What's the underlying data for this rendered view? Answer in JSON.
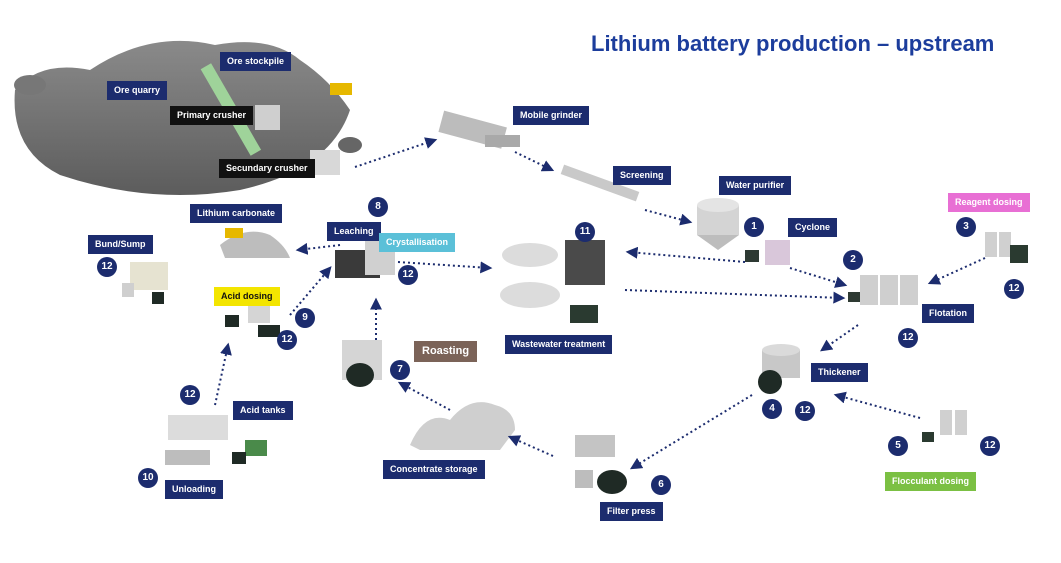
{
  "title": "Lithium battery production – upstream",
  "labels": {
    "ore_quarry": "Ore quarry",
    "ore_stockpile": "Ore stockpile",
    "primary_crusher": "Primary crusher",
    "secondary_crusher": "Secundary crusher",
    "mobile_grinder": "Mobile grinder",
    "screening": "Screening",
    "water_purifier": "Water purifier",
    "cyclone": "Cyclone",
    "reagent_dosing": "Reagent dosing",
    "flotation": "Flotation",
    "thickener": "Thickener",
    "flocculant_dosing": "Flocculant dosing",
    "filter_press": "Filter press",
    "concentrate_storage": "Concentrate storage",
    "roasting": "Roasting",
    "wastewater_treatment": "Wastewater treatment",
    "leaching": "Leaching",
    "crystallisation": "Crystallisation",
    "lithium_carbonate": "Lithium carbonate",
    "bund_sump": "Bund/Sump",
    "acid_dosing": "Acid dosing",
    "acid_tanks": "Acid tanks",
    "unloading": "Unloading"
  },
  "numbers": {
    "n1": "1",
    "n2": "2",
    "n3": "3",
    "n4": "4",
    "n5": "5",
    "n6": "6",
    "n7": "7",
    "n8": "8",
    "n9": "9",
    "n10": "10",
    "n11": "11",
    "n12": "12"
  },
  "colors": {
    "label_navy": "#1c2c6e",
    "title_blue": "#1c3d9c",
    "reagent_pink": "#e86fd4",
    "acid_yellow": "#f3e500",
    "flocculant_green": "#7bc043",
    "crystallisation_cyan": "#5bc0d8",
    "roasting_brown": "#7b6358",
    "flow_arrow": "#1c2c6e"
  }
}
